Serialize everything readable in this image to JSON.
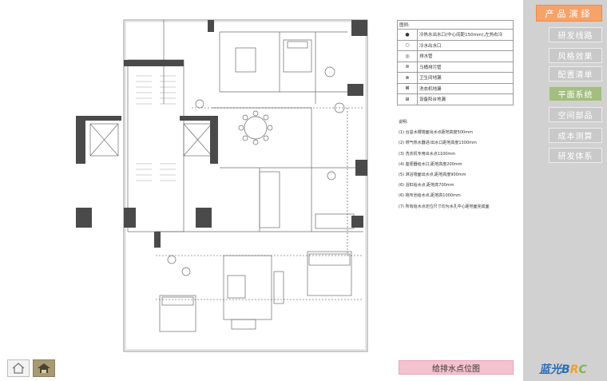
{
  "sidebar": {
    "section_title": "产品演绎",
    "items": [
      {
        "label": "研发线路",
        "active": false
      },
      {
        "label": "风格效果",
        "active": false
      },
      {
        "label": "配置清单",
        "active": false
      },
      {
        "label": "平面系统",
        "active": true
      },
      {
        "label": "空间部品",
        "active": false
      },
      {
        "label": "成本测算",
        "active": false
      },
      {
        "label": "研发体系",
        "active": false
      }
    ],
    "logo_cn": "蓝光",
    "logo_b": "B",
    "logo_r": "R",
    "logo_c": "C"
  },
  "caption": "给排水点位图",
  "legend": {
    "title": "图例:",
    "rows": [
      {
        "symbol": "●",
        "label": "冷热水出水口(中心间距150mm),左热右冷"
      },
      {
        "symbol": "○",
        "label": "冷水出水口"
      },
      {
        "symbol": "◎",
        "label": "排水管"
      },
      {
        "symbol": "⊚",
        "label": "马桶排污管"
      },
      {
        "symbol": "⊗",
        "label": "卫生间地漏"
      },
      {
        "symbol": "⊠",
        "label": "洗衣机地漏"
      },
      {
        "symbol": "⊞",
        "label": "设备阳台地漏"
      }
    ]
  },
  "notes": {
    "title": "说明:",
    "items": [
      "(1) 台盆水槽墙面出水点距地高度500mm",
      "(2) 燃气热水器进/出水口距地高度1300mm",
      "(3) 洗衣机专用出水点1100mm",
      "(4) 座便器给水口,距地高度200mm",
      "(5) 淋浴墙面出水点,距地高度900mm",
      "(6) 浴缸给水点,距地高700mm",
      "(6) 拖布池给水点,距地高1000mm",
      "(7) 所有给水点定位尺寸均为水孔中心距地面完成面"
    ]
  },
  "colors": {
    "accent_orange": "#f6a36a",
    "active_green": "#a4bd82",
    "caption_pink": "#f5c2cf",
    "sidebar_gray": "#d1d1d1"
  }
}
